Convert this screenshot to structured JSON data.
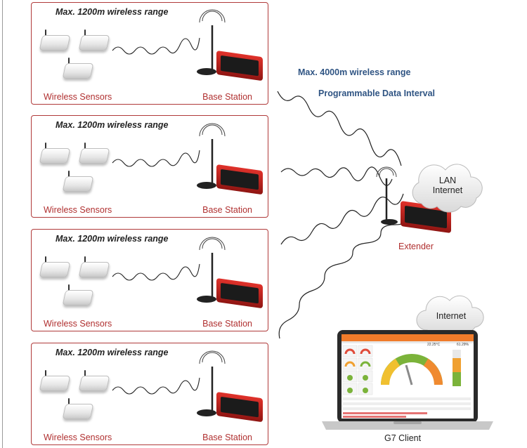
{
  "panels": [
    {
      "range": "Max. 1200m wireless range",
      "sensors_label": "Wireless Sensors",
      "station_label": "Base Station"
    },
    {
      "range": "Max. 1200m wireless range",
      "sensors_label": "Wireless Sensors",
      "station_label": "Base Station"
    },
    {
      "range": "Max. 1200m wireless range",
      "sensors_label": "Wireless Sensors",
      "station_label": "Base Station"
    },
    {
      "range": "Max. 1200m wireless range",
      "sensors_label": "Wireless Sensors",
      "station_label": "Base Station"
    }
  ],
  "long_range": "Max. 4000m wireless range",
  "data_interval": "Programmable Data Interval",
  "lan_cloud": {
    "line1": "LAN",
    "line2": "Internet"
  },
  "internet_cloud": "Internet",
  "extender_label": "Extender",
  "client_label": "G7 Client",
  "screen": {
    "temp": "22.25°C",
    "humidity": "61.29%"
  },
  "colors": {
    "accent_red": "#b03030",
    "blue_text": "#2f5483",
    "device_red": "#c8241f"
  }
}
